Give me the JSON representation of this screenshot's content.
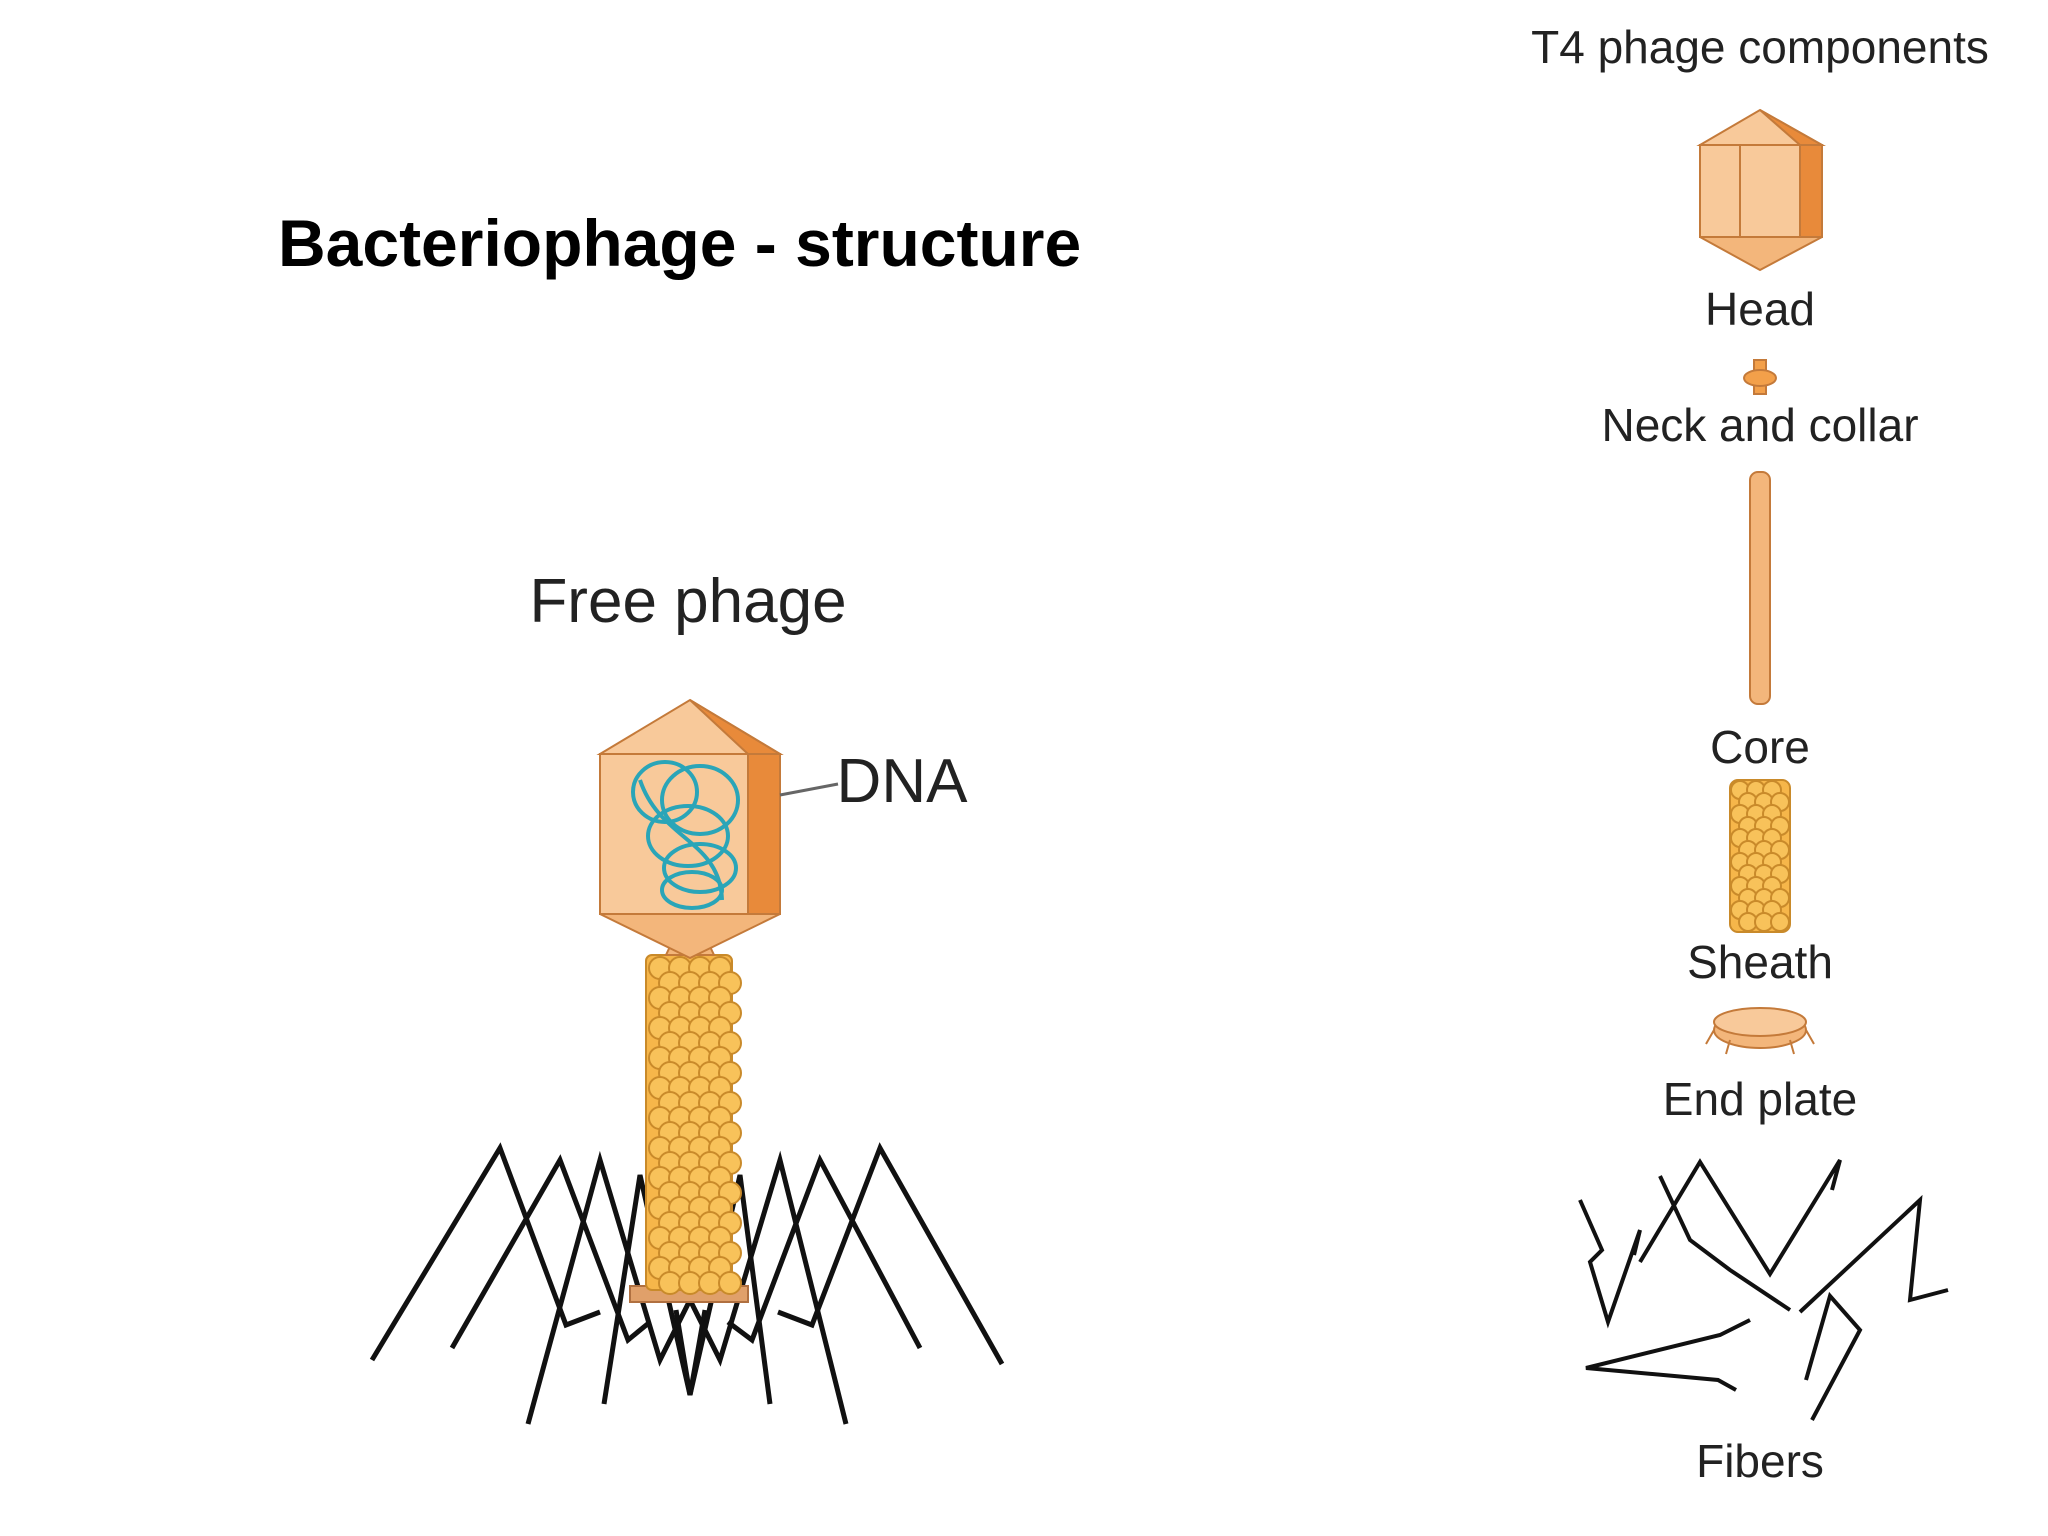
{
  "slide": {
    "title": "Bacteriophage - structure"
  },
  "free_phage": {
    "heading": "Free phage",
    "dna_label": "DNA"
  },
  "components": {
    "heading": "T4 phage components",
    "items": [
      "Head",
      "Neck and collar",
      "Core",
      "Sheath",
      "End plate",
      "Fibers"
    ]
  },
  "colors": {
    "capsid_light": "#f8c99a",
    "capsid_mid": "#f3b67b",
    "capsid_dark": "#e88a3a",
    "dna": "#2aa5b8",
    "sheath": "#f6b64a",
    "outline": "#c47a3a",
    "fiber": "#111111"
  }
}
